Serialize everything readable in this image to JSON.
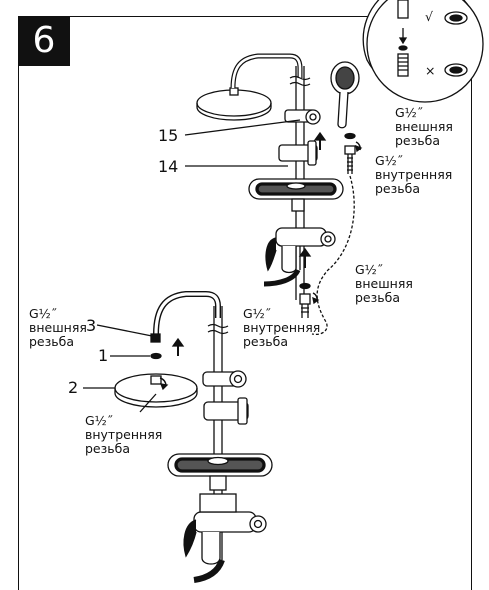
{
  "step_number": "6",
  "top_section": {
    "callout_15": "15",
    "callout_14": "14",
    "label_hand_shower": "G½˝\nвнешняя\nрезьба",
    "label_holder": "G½˝\nвнутренняя\nрезьба",
    "label_mixer_outlet": "G½˝\nвнешняя\nрезьба",
    "label_mixer_inlet": "G½˝\nвнутренняя\nрезьба"
  },
  "bottom_section": {
    "callout_3": "3",
    "callout_1": "1",
    "callout_2": "2",
    "label_pipe_thread": "G½˝\nвнешняя\nрезьба",
    "label_head_thread": "G½˝\nвнутренняя\nрезьба"
  },
  "inset": {
    "correct_mark": "√",
    "wrong_mark": "×"
  }
}
